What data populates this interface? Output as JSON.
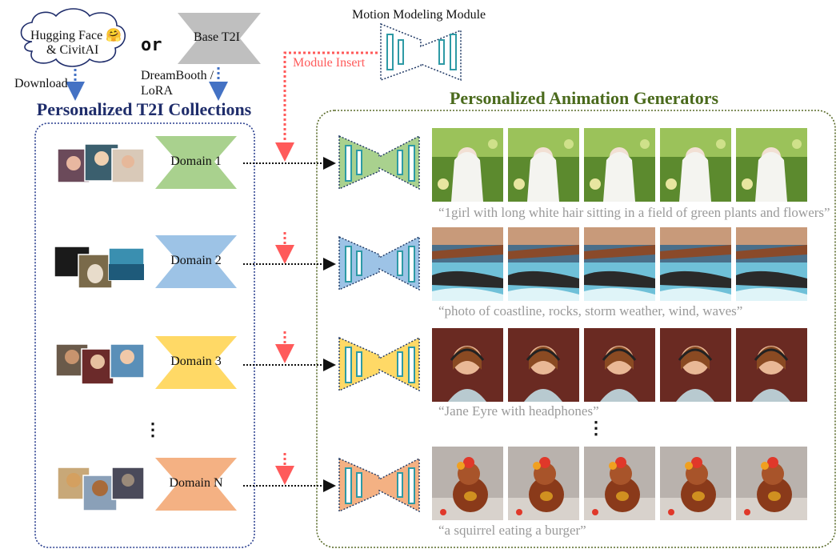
{
  "source": {
    "hub_label": "Hugging Face 🤗\n& CivitAI",
    "hub_line1": "Hugging Face",
    "hub_line2": "& CivitAI",
    "or_label": "or",
    "base_label": "Base T2I",
    "download_label": "Download",
    "dreambooth_line1": "DreamBooth /",
    "dreambooth_line2": "LoRA"
  },
  "motion_module": {
    "title": "Motion Modeling Module",
    "insert_label": "Module Insert"
  },
  "left_panel": {
    "title": "Personalized T2I Collections",
    "domains": [
      {
        "label": "Domain 1",
        "color": "#a9d18e"
      },
      {
        "label": "Domain 2",
        "color": "#9dc3e6"
      },
      {
        "label": "Domain 3",
        "color": "#ffd966"
      },
      {
        "label": "Domain N",
        "color": "#f4b183"
      }
    ],
    "ellipsis": "⋮"
  },
  "right_panel": {
    "title": "Personalized Animation Generators",
    "rows": [
      {
        "caption": "“1girl with long white hair sitting in a field of green plants and flowers”",
        "frame_theme": "green-girl"
      },
      {
        "caption": "“photo of coastline, rocks, storm weather, wind, waves”",
        "frame_theme": "coast"
      },
      {
        "caption": "“Jane Eyre with headphones”",
        "frame_theme": "portrait"
      },
      {
        "caption": "“a squirrel eating a burger”",
        "frame_theme": "squirrel"
      }
    ],
    "ellipsis": "⋮"
  },
  "colors": {
    "left_border": "#2a3f8f",
    "right_border": "#5a6b2a",
    "arrow_blue": "#4472c4",
    "arrow_red": "#ff5a5a",
    "module_stroke": "#1f3864",
    "module_bar": "#2e9aa5"
  }
}
